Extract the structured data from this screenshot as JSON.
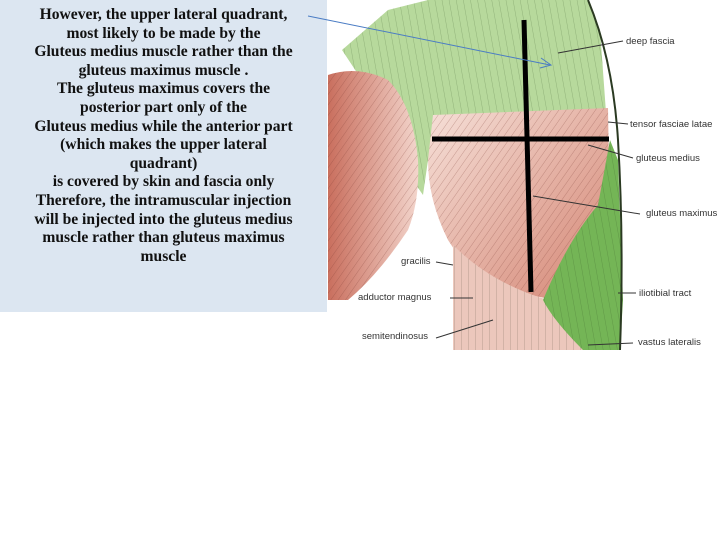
{
  "text_panel": {
    "lines": [
      "However, the upper lateral  quadrant,",
      "most likely to be made by the",
      "Gluteus medius muscle rather than the",
      "gluteus maximus muscle .",
      " The gluteus maximus covers the",
      "posterior part only  of the",
      "Gluteus medius while the anterior part",
      "(which makes the upper lateral",
      "quadrant)",
      "is covered by skin and fascia only",
      "Therefore,  the intramuscular injection",
      "will be injected into the gluteus medius",
      "muscle rather than gluteus maximus",
      "muscle"
    ]
  },
  "figure": {
    "labels_right": {
      "deep_fascia": "deep fascia",
      "tensor_fasciae_latae": "tensor fasciae latae",
      "gluteus_medius": "gluteus medius",
      "gluteus_maximus": "gluteus maximus",
      "iliotibial_tract": "iliotibial tract",
      "vastus_lateralis": "vastus lateralis"
    },
    "labels_left": {
      "gracilis": "gracilis",
      "adductor_magnus": "adductor magnus",
      "semitendinosus": "semitendinosus"
    },
    "colors": {
      "fascia_green": "#a9d08e",
      "muscle_red": "#d99a88",
      "tract_green": "#6fb24f",
      "background_panel": "#dce6f1",
      "arrow_blue": "#4a7cc4"
    }
  }
}
